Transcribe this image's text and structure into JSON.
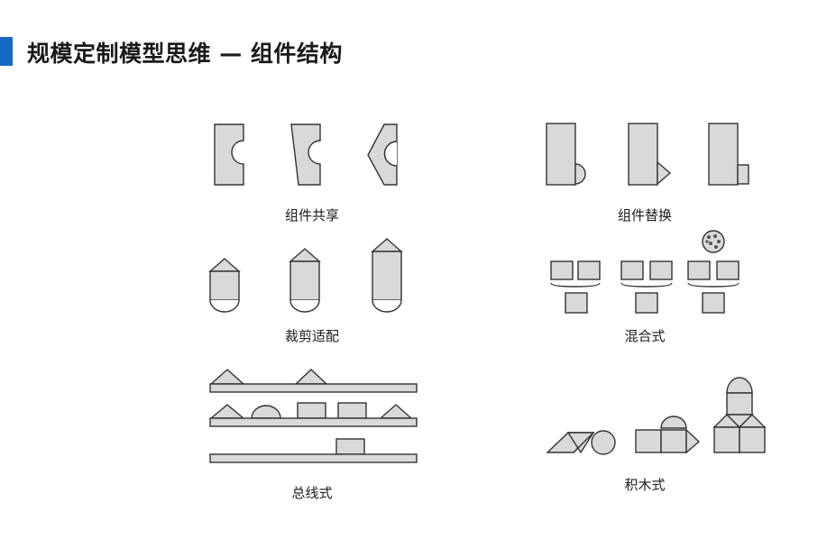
{
  "header": {
    "title": "规模定制模型思维 — 组件结构",
    "accent_color": "#1769c2"
  },
  "panels": [
    {
      "id": "component-sharing",
      "caption": "组件共享"
    },
    {
      "id": "component-swapping",
      "caption": "组件替换"
    },
    {
      "id": "cut-to-fit",
      "caption": "裁剪适配"
    },
    {
      "id": "mix",
      "caption": "混合式"
    },
    {
      "id": "bus",
      "caption": "总线式"
    },
    {
      "id": "building-blocks",
      "caption": "积木式"
    }
  ],
  "style": {
    "shape_fill": "#d9d9d9",
    "stroke": "#333333"
  }
}
